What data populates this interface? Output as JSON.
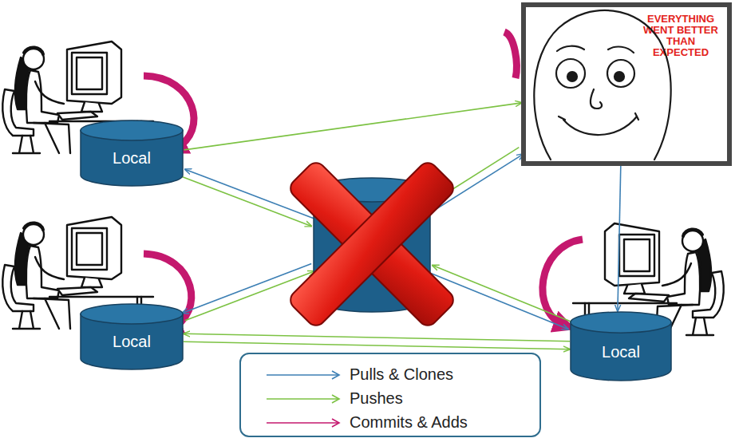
{
  "diagram": {
    "nodes": [
      {
        "text": [
          "Local"
        ]
      },
      {
        "text": [
          "EVERYTHING WENT BETTER THAN EXPECTED"
        ]
      },
      {
        "text": []
      },
      {
        "text": [
          "Local"
        ]
      },
      {
        "text": [
          "Local"
        ]
      }
    ],
    "edges": [
      {
        "from": 0,
        "to": 1,
        "arrow": "to"
      },
      {
        "from": 0,
        "to": 2,
        "arrow": "to"
      },
      {
        "from": 2,
        "to": 0,
        "arrow": "to"
      },
      {
        "from": 3,
        "to": 2,
        "arrow": "to"
      },
      {
        "from": 2,
        "to": 3,
        "arrow": "to"
      },
      {
        "from": 3,
        "to": 4,
        "arrow": "to"
      },
      {
        "from": 4,
        "to": 3,
        "arrow": "to"
      },
      {
        "from": 1,
        "to": 4,
        "arrow": "to"
      },
      {
        "from": 1,
        "to": 2,
        "arrow": "to"
      },
      {
        "from": 2,
        "to": 1,
        "arrow": "to"
      },
      {
        "from": 2,
        "to": 4,
        "arrow": "to"
      },
      {
        "from": 4,
        "to": 2,
        "arrow": "to"
      }
    ],
    "legend": [
      {
        "text": "Pulls & Clones"
      },
      {
        "text": "Pushes"
      },
      {
        "text": "Commits & Adds"
      }
    ]
  }
}
